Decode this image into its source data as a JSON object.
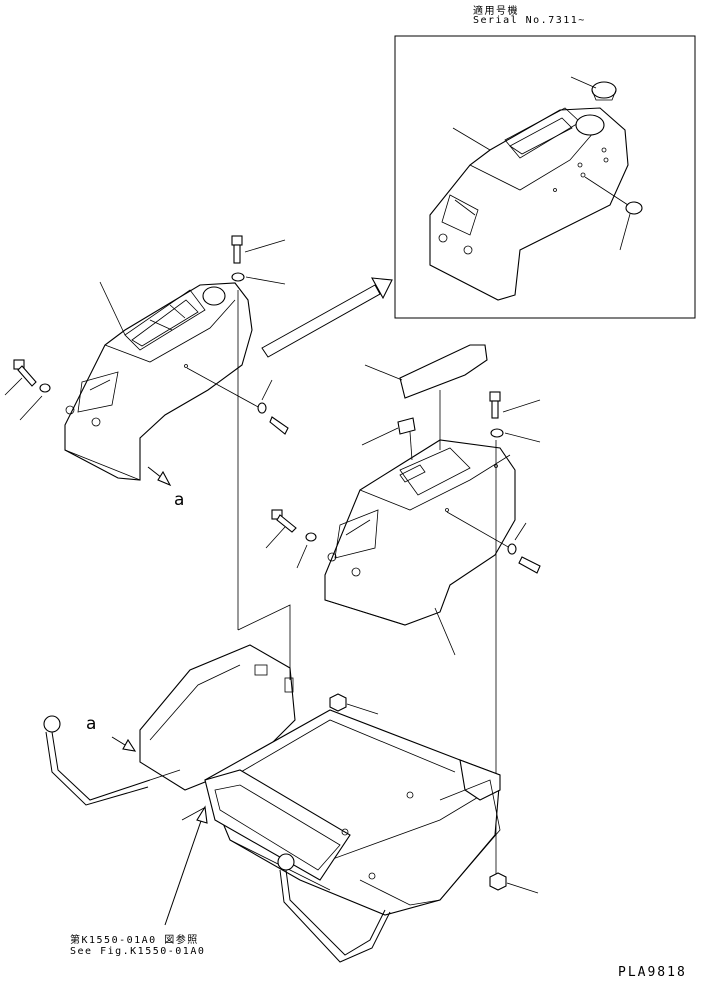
{
  "header": {
    "applicable_model": "適用号機",
    "serial_range": "Serial No.7311~"
  },
  "callouts": {
    "detail_a_upper": "a",
    "detail_a_lower": "a"
  },
  "reference": {
    "jp": "第K1550-01A0 図参照",
    "en": "See Fig.K1550-01A0"
  },
  "drawing_code": "PLA9818"
}
